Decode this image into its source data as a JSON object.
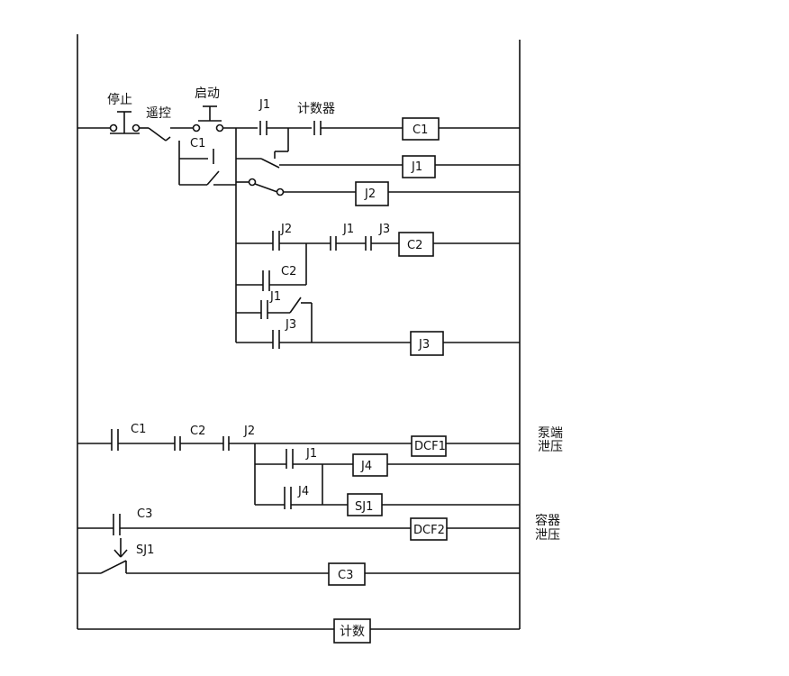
{
  "labels": {
    "stop": "停止",
    "remote": "遥控",
    "start": "启动",
    "counter_contact": "计数器",
    "j1": "J1",
    "j2": "J2",
    "j3": "J3",
    "j4": "J4",
    "c1": "C1",
    "c2": "C2",
    "c3": "C3",
    "sj1": "SJ1",
    "dcf1": "DCF1",
    "dcf2": "DCF2",
    "counter_coil": "计数"
  },
  "notes": {
    "pump_line1": "泵端",
    "pump_line2": "泄压",
    "vessel_line1": "容器",
    "vessel_line2": "泄压"
  }
}
